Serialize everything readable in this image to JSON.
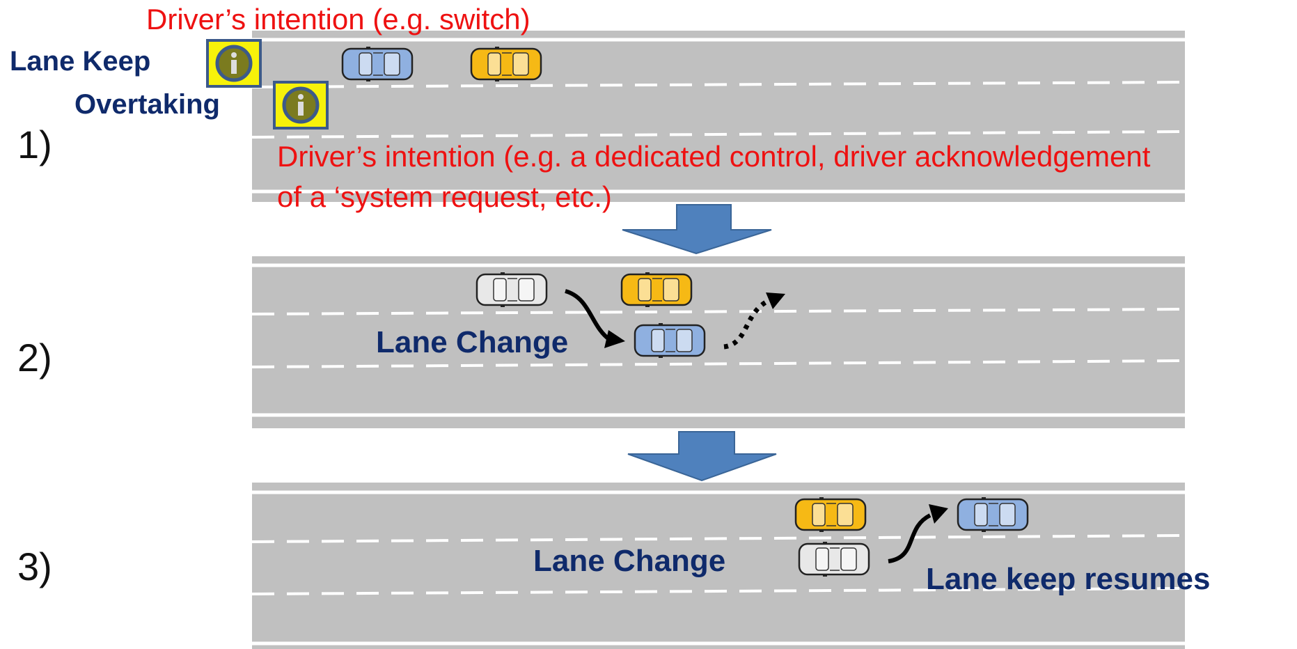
{
  "steps": {
    "s1": "1)",
    "s2": "2)",
    "s3": "3)"
  },
  "annotations": {
    "intention_switch": "Driver’s intention (e.g. switch)",
    "intention_control_line1": "Driver’s intention (e.g. a dedicated control,  driver acknowledgement",
    "intention_control_line2": "of a ‘system request, etc.)"
  },
  "modes": {
    "lane_keep": "Lane Keep",
    "overtaking": "Overtaking"
  },
  "labels": {
    "lane_change_2": "Lane Change",
    "lane_change_3": "Lane Change",
    "lane_keep_resumes": "Lane keep resumes"
  },
  "icons": {
    "info": "information-icon",
    "arrow": "down-arrow-icon",
    "car_ego": "blue-car-icon",
    "car_other": "yellow-car-icon",
    "car_ghost": "ghost-car-icon"
  },
  "colors": {
    "road": "#c0c0c0",
    "lane_marking": "#ffffff",
    "annotation": "#ee1111",
    "label": "#0f2a6b",
    "badge_fill": "#f7f20a",
    "badge_border": "#3c5a8a",
    "flow_arrow": "#4f81bd",
    "car_blue": "#8fb0e0",
    "car_yellow": "#f6b915",
    "car_ghost": "#e8e8e8"
  }
}
